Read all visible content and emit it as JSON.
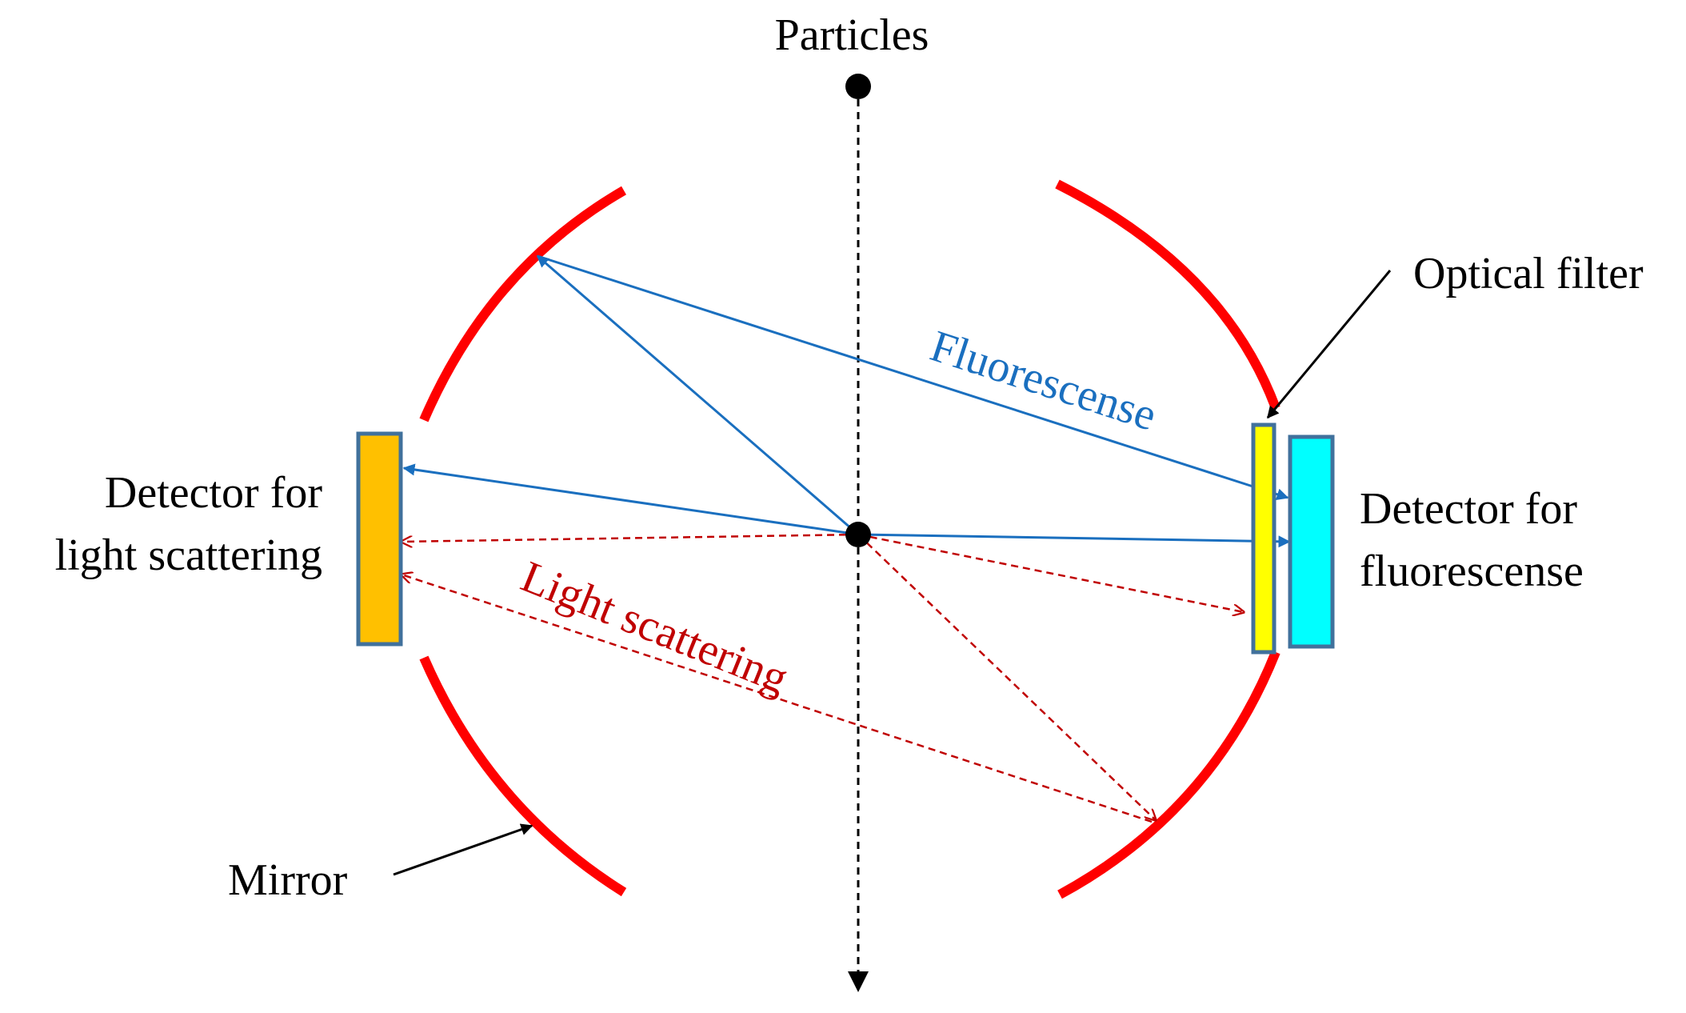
{
  "labels": {
    "particles": "Particles",
    "optical_filter": "Optical filter",
    "fluorescense": "Fluorescense",
    "light_scattering": "Light scattering",
    "mirror": "Mirror",
    "detector_scatter_line1": "Detector for",
    "detector_scatter_line2": "light scattering",
    "detector_fluor_line1": "Detector for",
    "detector_fluor_line2": "fluorescense"
  },
  "colors": {
    "mirror": "#ff0000",
    "fluorescence_ray": "#1a6fbf",
    "scatter_ray": "#c00000",
    "scatter_detector": "#ffc000",
    "optical_filter": "#ffff00",
    "fluor_detector": "#00ffff",
    "detector_border": "#41719c"
  }
}
